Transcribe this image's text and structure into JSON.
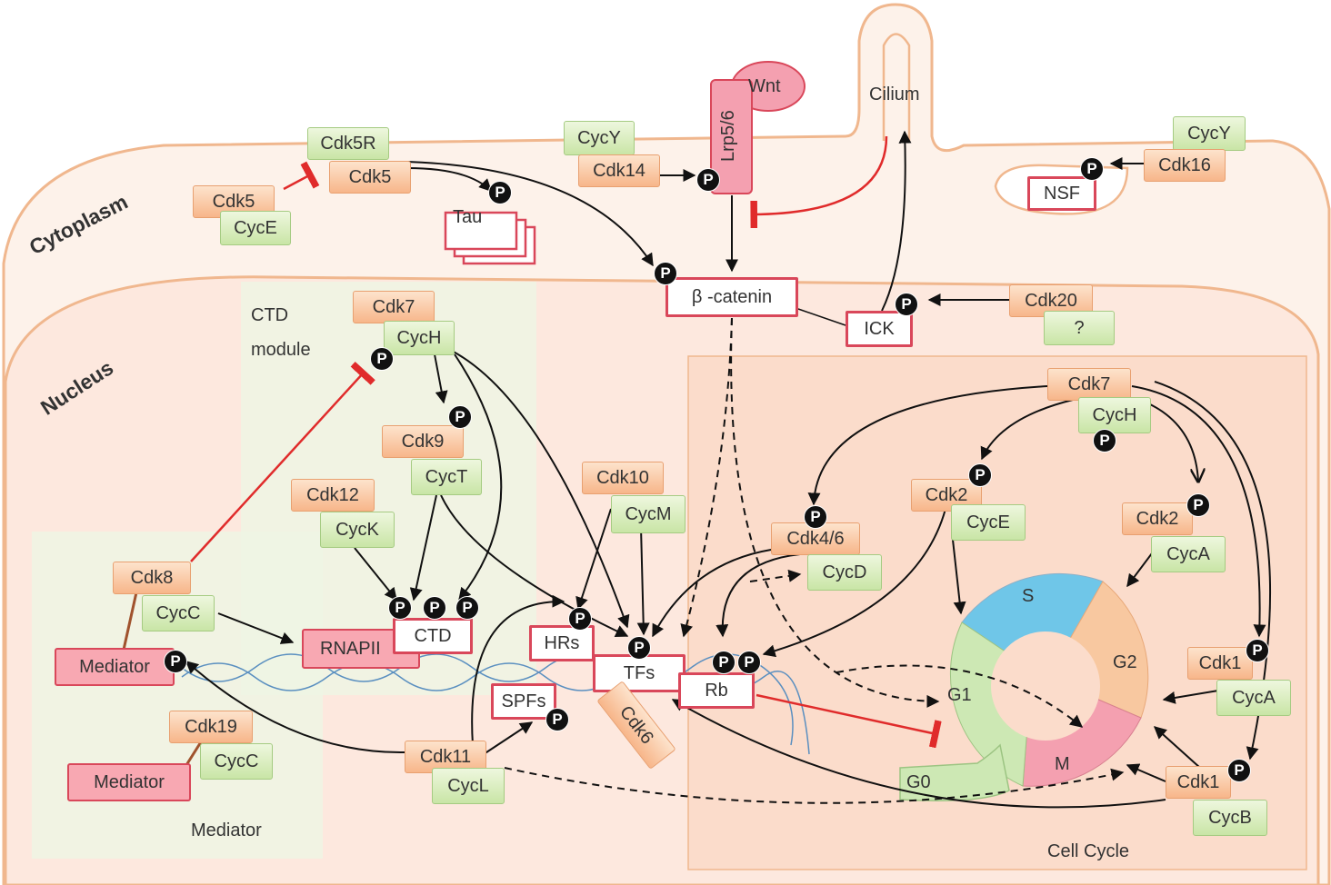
{
  "compartments": {
    "cytoplasm": "Cytoplasm",
    "nucleus": "Nucleus",
    "cilium": "Cilium",
    "ctd_module_line1": "CTD",
    "ctd_module_line2": "module",
    "mediator_module": "Mediator",
    "cell_cycle_module": "Cell Cycle"
  },
  "kinases": {
    "cdk5_top": "Cdk5",
    "cdk5_left": "Cdk5",
    "cdk14": "Cdk14",
    "cdk16": "Cdk16",
    "cdk7_ctd": "Cdk7",
    "cdk9": "Cdk9",
    "cdk12": "Cdk12",
    "cdk8": "Cdk8",
    "cdk19": "Cdk19",
    "cdk11": "Cdk11",
    "cdk10": "Cdk10",
    "cdk20": "Cdk20",
    "cdk7_cc": "Cdk7",
    "cdk2_a": "Cdk2",
    "cdk46": "Cdk4/6",
    "cdk2_b": "Cdk2",
    "cdk1_a": "Cdk1",
    "cdk1_b": "Cdk1",
    "cdk6_tilted": "Cdk6"
  },
  "cyclins": {
    "cdk5r": "Cdk5R",
    "cyce_left": "CycE",
    "cycy_mid": "CycY",
    "cycy_right": "CycY",
    "cych_ctd": "CycH",
    "cyct": "CycT",
    "cyck": "CycK",
    "cycc_cdk8": "CycC",
    "cycc_cdk19": "CycC",
    "cycl": "CycL",
    "cycm": "CycM",
    "unknown": "?",
    "cych_cc": "CycH",
    "cyce_cc": "CycE",
    "cycd": "CycD",
    "cyca_a": "CycA",
    "cyca_b": "CycA",
    "cycb": "CycB"
  },
  "substrates": {
    "tau": "Tau",
    "lrp56": "Lrp5/6",
    "wnt": "Wnt",
    "nsf": "NSF",
    "beta_catenin": "β -catenin",
    "ick": "ICK",
    "mediator_a": "Mediator",
    "mediator_b": "Mediator",
    "rnapii": "RNAPII",
    "ctd": "CTD",
    "hrs": "HRs",
    "spfs": "SPFs",
    "tfs": "TFs",
    "rb": "Rb"
  },
  "phospho_label": "P",
  "cell_cycle_phases": {
    "g1": "G1",
    "s": "S",
    "g2": "G2",
    "m": "M",
    "g0": "G0"
  },
  "colors": {
    "cdk_fill": "#f7b68a",
    "cyclin_fill": "#c9e5a6",
    "substrate_border": "#d9475a",
    "inhibition": "#e02b2b",
    "phase_s": "#6fc6e8",
    "phase_g2": "#f8c8a0",
    "phase_m": "#f4a0b0",
    "phase_g1": "#cde8b4"
  },
  "icons": {
    "phosphate": "black-circle-p",
    "activation": "arrow",
    "inhibition": "flat-bar"
  }
}
